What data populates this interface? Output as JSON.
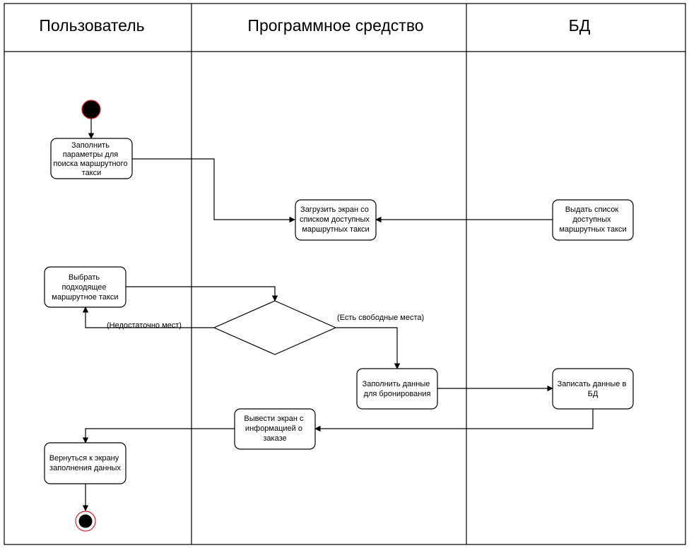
{
  "lanes": {
    "user": "Пользователь",
    "software": "Программное средство",
    "db": "БД"
  },
  "nodes": {
    "fill_params": [
      "Заполнить",
      "параметры для",
      "поиска маршрутного",
      "такси"
    ],
    "load_screen": [
      "Загрузить экран со",
      "списком доступных",
      "маршрутных такси"
    ],
    "give_list": [
      "Выдать список",
      "доступных",
      "маршрутных такси"
    ],
    "choose_taxi": [
      "Выбрать",
      "подходящее",
      "маршрутное такси"
    ],
    "fill_booking": [
      "Заполнить данные",
      "для бронирования"
    ],
    "write_db": [
      "Записать данные в",
      "БД"
    ],
    "show_order": [
      "Вывести экран с",
      "информацией о",
      "заказе"
    ],
    "return_screen": [
      "Вернуться к экрану",
      "заполнения данных"
    ]
  },
  "edge_labels": {
    "not_enough": "(Недостаточно мест)",
    "has_seats": "(Есть свободные места)"
  },
  "colors": {
    "stroke": "#000000",
    "node_marker": "#e0202a",
    "background": "#ffffff"
  }
}
